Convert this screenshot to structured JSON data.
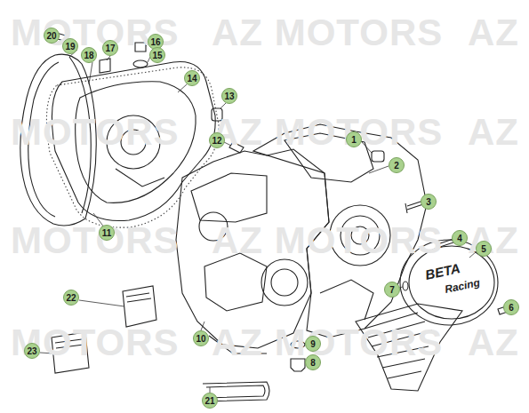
{
  "diagram": {
    "labels": [
      "MOTORS",
      "AZ MOTORS",
      "AZ",
      "MOTORS",
      "AZ MOTORS",
      "AZ",
      "MOTORS",
      "AZ MOTORS",
      "AZ",
      "MOTORS",
      "AZ MOTORS",
      "AZ",
      "BETA",
      "Racing",
      "20",
      "19",
      "18",
      "17",
      "16",
      "15",
      "14",
      "13",
      "12",
      "11",
      "1",
      "2",
      "3",
      "4",
      "5",
      "6",
      "7",
      "9",
      "8",
      "10",
      "22",
      "23",
      "21"
    ]
  }
}
